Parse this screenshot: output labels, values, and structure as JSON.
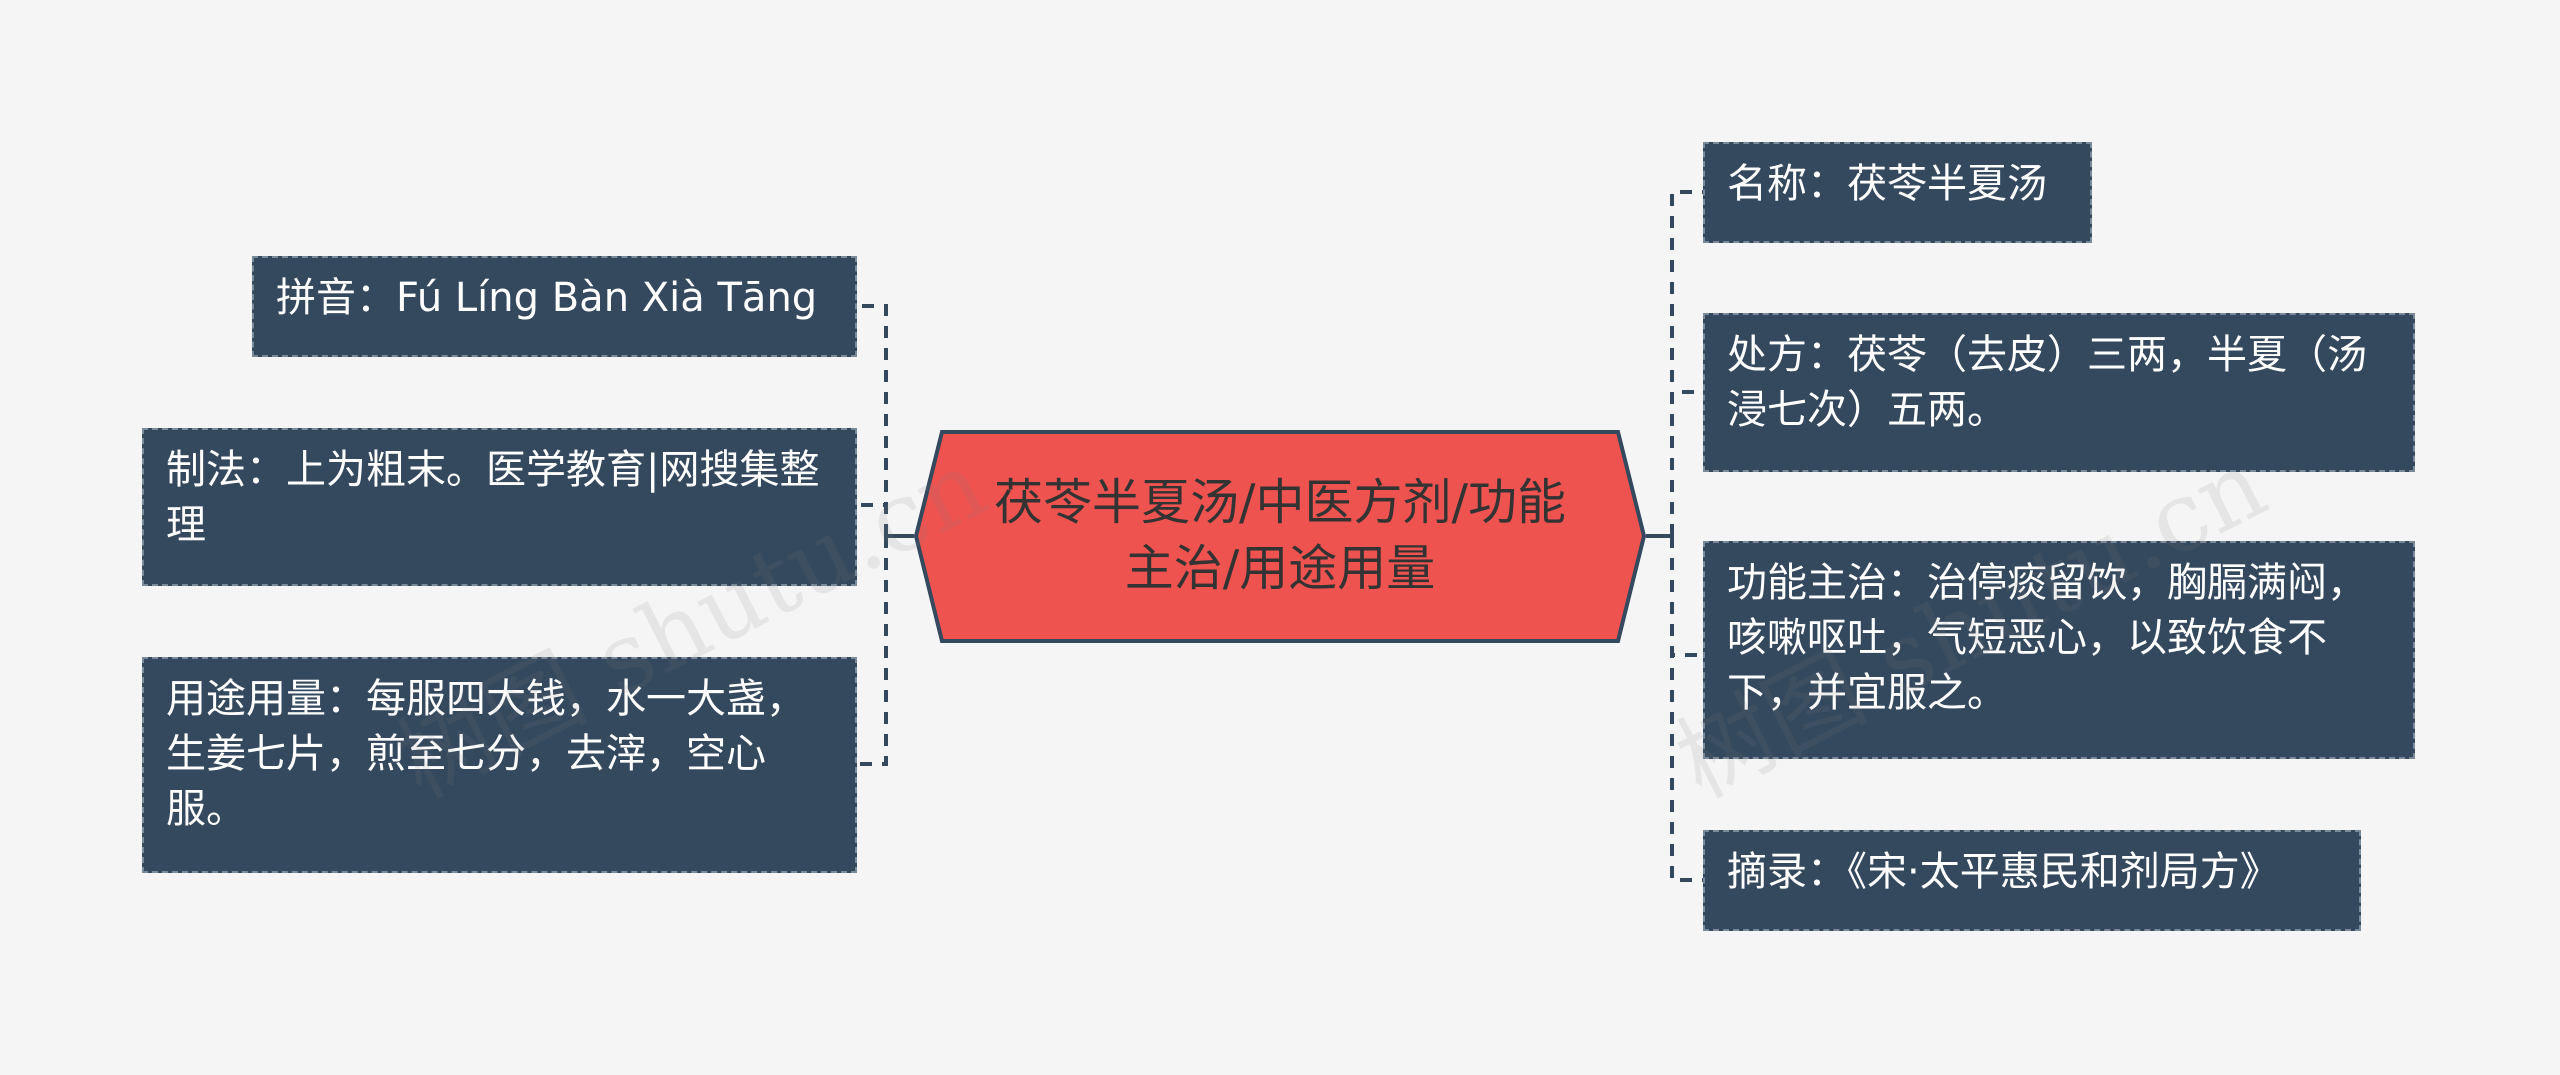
{
  "center": {
    "title": "茯苓半夏汤/中医方剂/功能主治/用途用量"
  },
  "left_nodes": [
    {
      "id": "pinyin",
      "text": "拼音：Fú Líng Bàn Xià Tāng"
    },
    {
      "id": "preparation",
      "text": "制法：上为粗末。医学教育|网搜集整理"
    },
    {
      "id": "usage",
      "text": "用途用量：每服四大钱，水一大盏，生姜七片，煎至七分，去滓，空心服。"
    }
  ],
  "right_nodes": [
    {
      "id": "name",
      "text": "名称：茯苓半夏汤"
    },
    {
      "id": "prescription",
      "text": "处方：茯苓（去皮）三两，半夏（汤浸七次）五两。"
    },
    {
      "id": "indications",
      "text": "功能主治：治停痰留饮，胸膈满闷，咳嗽呕吐，气短恶心，以致饮食不下，并宜服之。"
    },
    {
      "id": "source",
      "text": "摘录：《宋·太平惠民和剂局方》"
    }
  ],
  "watermark": {
    "text": "树图 shutu.cn"
  },
  "colors": {
    "background": "#f5f5f5",
    "center_fill": "#ef5350",
    "center_border": "#34495e",
    "node_fill": "#34495e",
    "node_text": "#ffffff",
    "connector": "#34495e"
  }
}
